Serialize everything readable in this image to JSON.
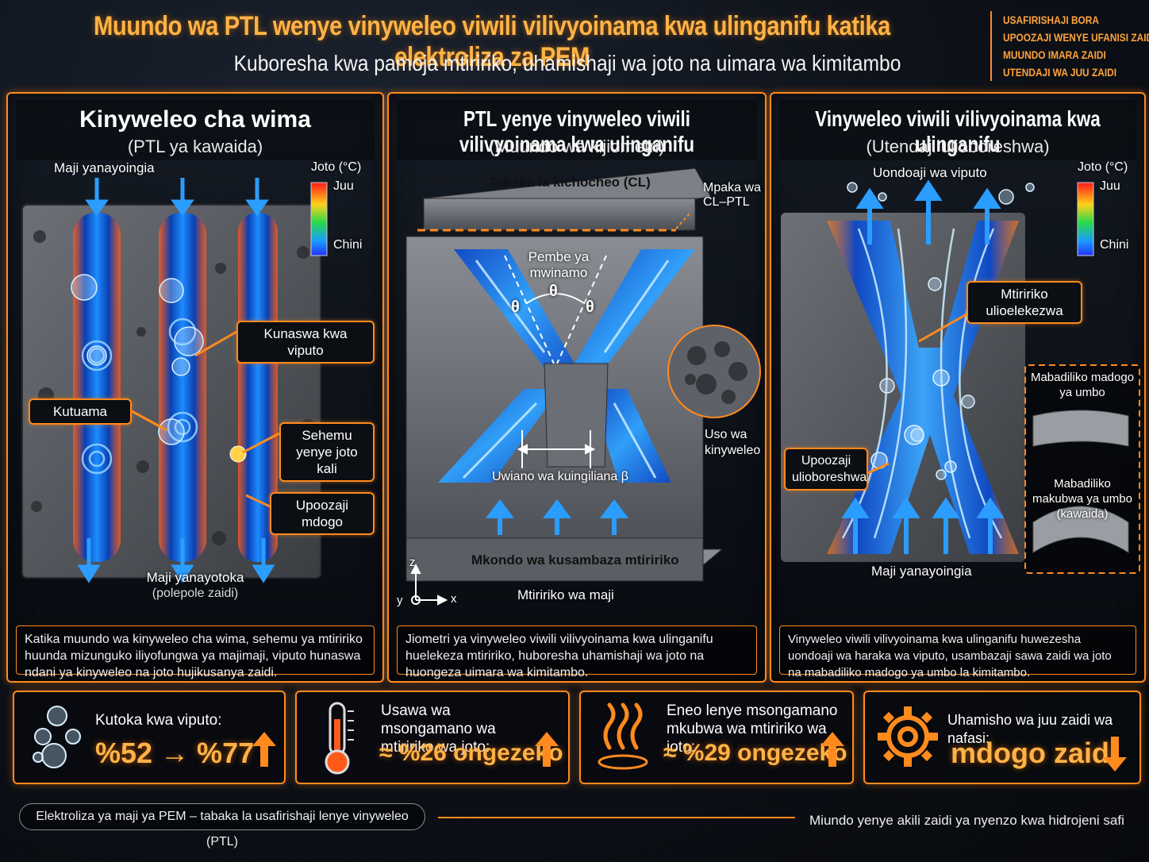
{
  "header": {
    "title": "Muundo wa PTL wenye vinyweleo viwili vilivyoinama kwa ulinganifu katika elektroliza za PEM",
    "subtitle": "Kuboresha kwa pamoja mtiririko, uhamishaji wa joto na uimara wa kimitambo",
    "benefits": [
      "USAFIRISHAJI BORA",
      "UPOOZAJI WENYE UFANISI ZAIDI",
      "MUUNDO IMARA ZAIDI",
      "UTENDAJI WA JUU ZAIDI"
    ]
  },
  "panel1": {
    "title": "Kinyweleo cha wima",
    "subtitle": "(PTL ya kawaida)",
    "inlet_label": "Maji yanayoingia",
    "temp_title": "Joto (°C)",
    "temp_high": "Juu",
    "temp_low": "Chini",
    "callout_bubble_trap": "Kunaswa kwa viputo",
    "callout_stagnation": "Kutuama",
    "callout_hotspot": "Sehemu yenye joto kali",
    "callout_cooling": "Upoozaji mdogo",
    "outlet_label": "Maji yanayotoka",
    "outlet_sub": "(polepole zaidi)",
    "caption": "Katika muundo wa kinyweleo cha wima, sehemu ya mtiririko huunda mizunguko iliyofungwa ya majimaji, viputo hunaswa ndani ya kinyweleo na joto hujikusanya zaidi."
  },
  "panel2": {
    "title": "PTL yenye vinyweleo viwili vilivyoinama kwa ulinganifu",
    "subtitle": "(Muundo wa kijiometri)",
    "cl_label": "Tabaka la kichocheo (CL)",
    "interface_label": "Mpaka wa CL–PTL",
    "angle_label": "Pembe ya mwinamo",
    "theta": "θ",
    "surface_label": "Uso wa kinyweleo",
    "ratio_label": "Uwiano wa kuingiliana β",
    "channel_label": "Mkondo wa kusambaza mtiririko",
    "flow_label": "Mtiririko wa maji",
    "axis_z": "z",
    "axis_y": "y",
    "axis_x": "x",
    "caption": "Jiometri ya vinyweleo viwili vilivyoinama kwa ulinganifu huelekeza mtiririko, huboresha uhamishaji wa joto na huongeza uimara wa kimitambo."
  },
  "panel3": {
    "title": "Vinyweleo viwili vilivyoinama kwa ulinganifu",
    "subtitle": "(Utendaji ulioboreshwa)",
    "bubble_removal": "Uondoaji wa viputo",
    "temp_title": "Joto (°C)",
    "temp_high": "Juu",
    "temp_low": "Chini",
    "callout_directed": "Mtiririko ulioelekezwa",
    "callout_cooling": "Upoozaji ulioboreshwa",
    "small_deform": "Mabadiliko madogo ya umbo",
    "large_deform": "Mabadiliko makubwa ya umbo (kawaida)",
    "inlet_label": "Maji yanayoingia",
    "caption": "Vinyweleo viwili vilivyoinama kwa ulinganifu huwezesha uondoaji wa haraka wa viputo, usambazaji sawa zaidi wa joto na mabadiliko madogo ya umbo la kimitambo."
  },
  "stats": [
    {
      "label": "Kutoka kwa viputo:",
      "value": "%52 → %77",
      "icon": "bubbles-icon"
    },
    {
      "label": "Usawa wa msongamano wa mtiririko wa joto:",
      "value": "≈ %26 ongezeko",
      "icon": "thermometer-icon"
    },
    {
      "label": "Eneo lenye msongamano mkubwa wa mtiririko wa joto:",
      "value": "≈ %29 ongezeko",
      "icon": "heat-icon"
    },
    {
      "label": "Uhamisho wa juu zaidi wa nafasi:",
      "value": "mdogo zaidi",
      "icon": "gear-icon"
    }
  ],
  "footer": {
    "left": "Elektroliza ya maji ya PEM – tabaka la usafirishaji lenye vinyweleo (PTL)",
    "right": "Miundo yenye akili zaidi ya nyenzo kwa hidrojeni safi"
  },
  "colors": {
    "accent": "#ff8a1e",
    "flow": "#1e8cff",
    "hot": "#ff5a1a",
    "value": "#ffb347"
  }
}
